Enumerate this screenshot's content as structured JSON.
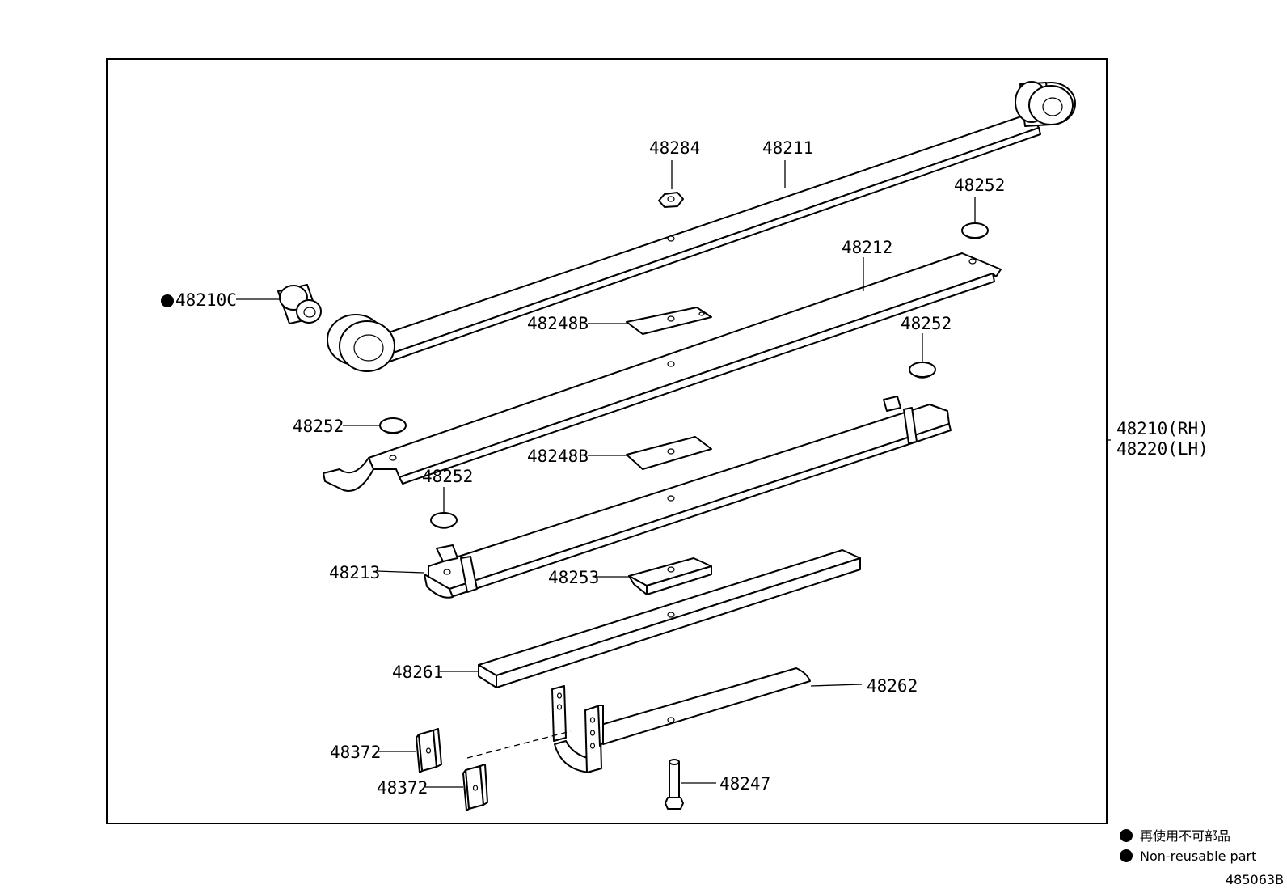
{
  "labels": {
    "p48284": "48284",
    "p48211": "48211",
    "p48252_a": "48252",
    "p48212": "48212",
    "p48210c": "48210C",
    "p48248b_a": "48248B",
    "p48252_b": "48252",
    "p48210_rh": "48210(RH)",
    "p48220_lh": "48220(LH)",
    "p48252_c": "48252",
    "p48248b_b": "48248B",
    "p48252_d": "48252",
    "p48213": "48213",
    "p48253": "48253",
    "p48261": "48261",
    "p48262": "48262",
    "p48372_a": "48372",
    "p48372_b": "48372",
    "p48247": "48247"
  },
  "legend": {
    "japanese": "再使用不可部品",
    "english": "Non-reusable part"
  },
  "diagram_id": "485063B",
  "icons": {
    "bullet": "filled-circle-icon"
  }
}
